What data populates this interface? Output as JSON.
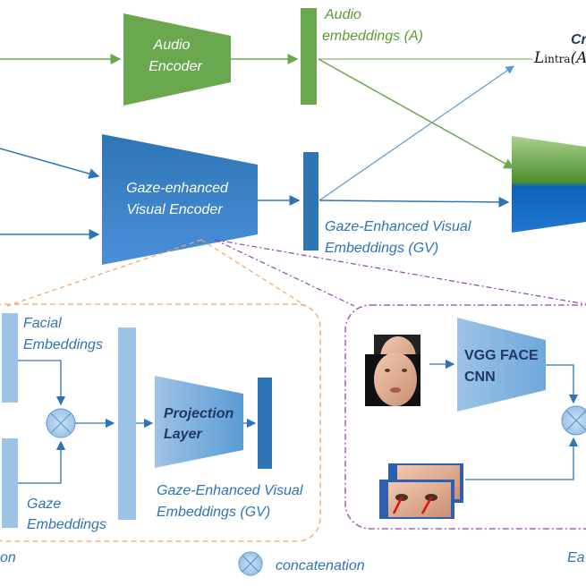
{
  "diagram": {
    "audio_encoder": {
      "line1": "Audio",
      "line2": "Encoder"
    },
    "audio_embeddings": {
      "line1": "Audio",
      "line2": "embeddings (A)"
    },
    "loss": {
      "title_fragment": "Cr",
      "formula_fragment": "L",
      "formula_sub": "intra",
      "formula_tail": "(A"
    },
    "visual_encoder": {
      "line1": "Gaze-enhanced",
      "line2": "Visual Encoder"
    },
    "gv_embeddings_top": {
      "line1": "Gaze-Enhanced Visual",
      "line2": "Embeddings (GV)"
    },
    "facial_embeddings": {
      "line1": "Facial",
      "line2": "Embeddings"
    },
    "gaze_embeddings": {
      "line1": "Gaze",
      "line2": "Embeddings"
    },
    "projection_layer": {
      "line1": "Projection",
      "line2": "Layer"
    },
    "gv_embeddings_bottom": {
      "line1": "Gaze-Enhanced Visual",
      "line2": "Embeddings (GV)"
    },
    "vgg_face": {
      "line1": "VGG FACE",
      "line2": "CNN"
    },
    "legend": {
      "concatenation": "concatenation"
    },
    "left_caption_fragment": "on",
    "right_caption_fragment": "Ea"
  },
  "colors": {
    "audio_green": "#6aa84f",
    "blue_main": "#2e75b6",
    "blue_light": "#9dc3e6",
    "orange_dashed": "#f4a261",
    "purple_dashed": "#8e44ad"
  }
}
